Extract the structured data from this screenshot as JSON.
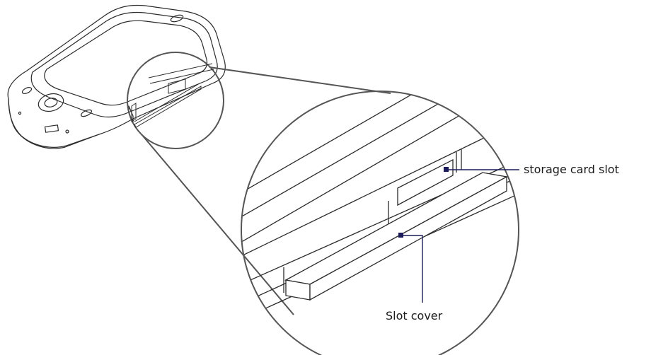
{
  "labels": {
    "storage_card_slot": "storage card slot",
    "slot_cover": "Slot cover"
  },
  "colors": {
    "line": "#2b2b2b",
    "callout": "#1c1c5a",
    "magnifier": "#555555",
    "background": "#ffffff"
  },
  "icons": {
    "device": "pocket-pc-device-illustration",
    "magnifier": "zoom-circle",
    "callout_marker": "square-marker"
  }
}
